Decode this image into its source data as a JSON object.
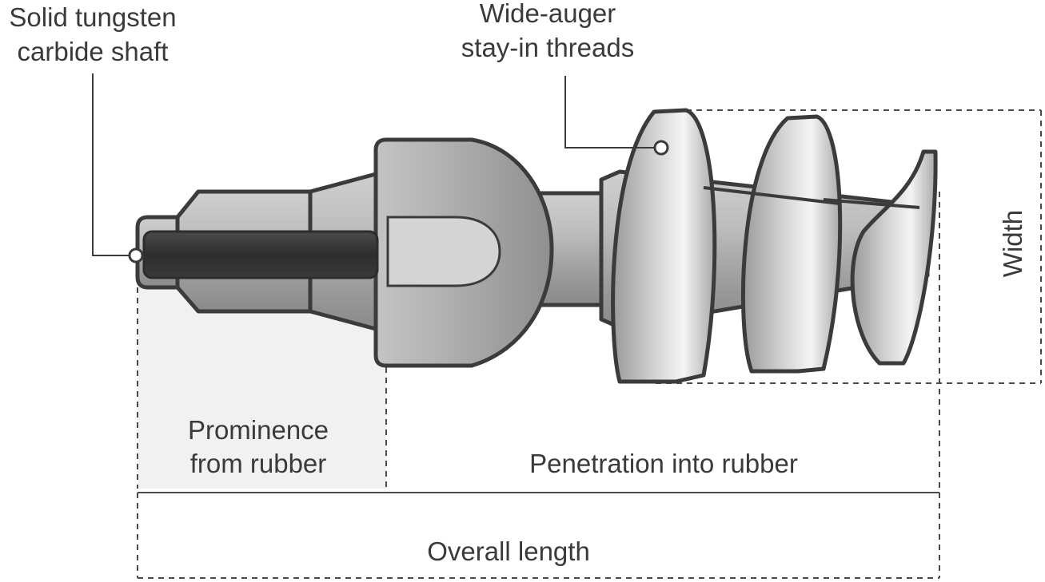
{
  "labels": {
    "shaft_line1": "Solid tungsten",
    "shaft_line2": "carbide shaft",
    "threads_line1": "Wide-auger",
    "threads_line2": "stay-in threads",
    "width": "Width",
    "prominence_line1": "Prominence",
    "prominence_line2": "from rubber",
    "penetration": "Penetration into rubber",
    "overall": "Overall length"
  },
  "colors": {
    "outline": "#3b3b3b",
    "prominence_fill": "#f1f1f1",
    "shaft_core": "#333333",
    "metal_light": "#d9d9d9",
    "metal_mid": "#a8a8a8",
    "metal_dark": "#7c7c7c"
  }
}
